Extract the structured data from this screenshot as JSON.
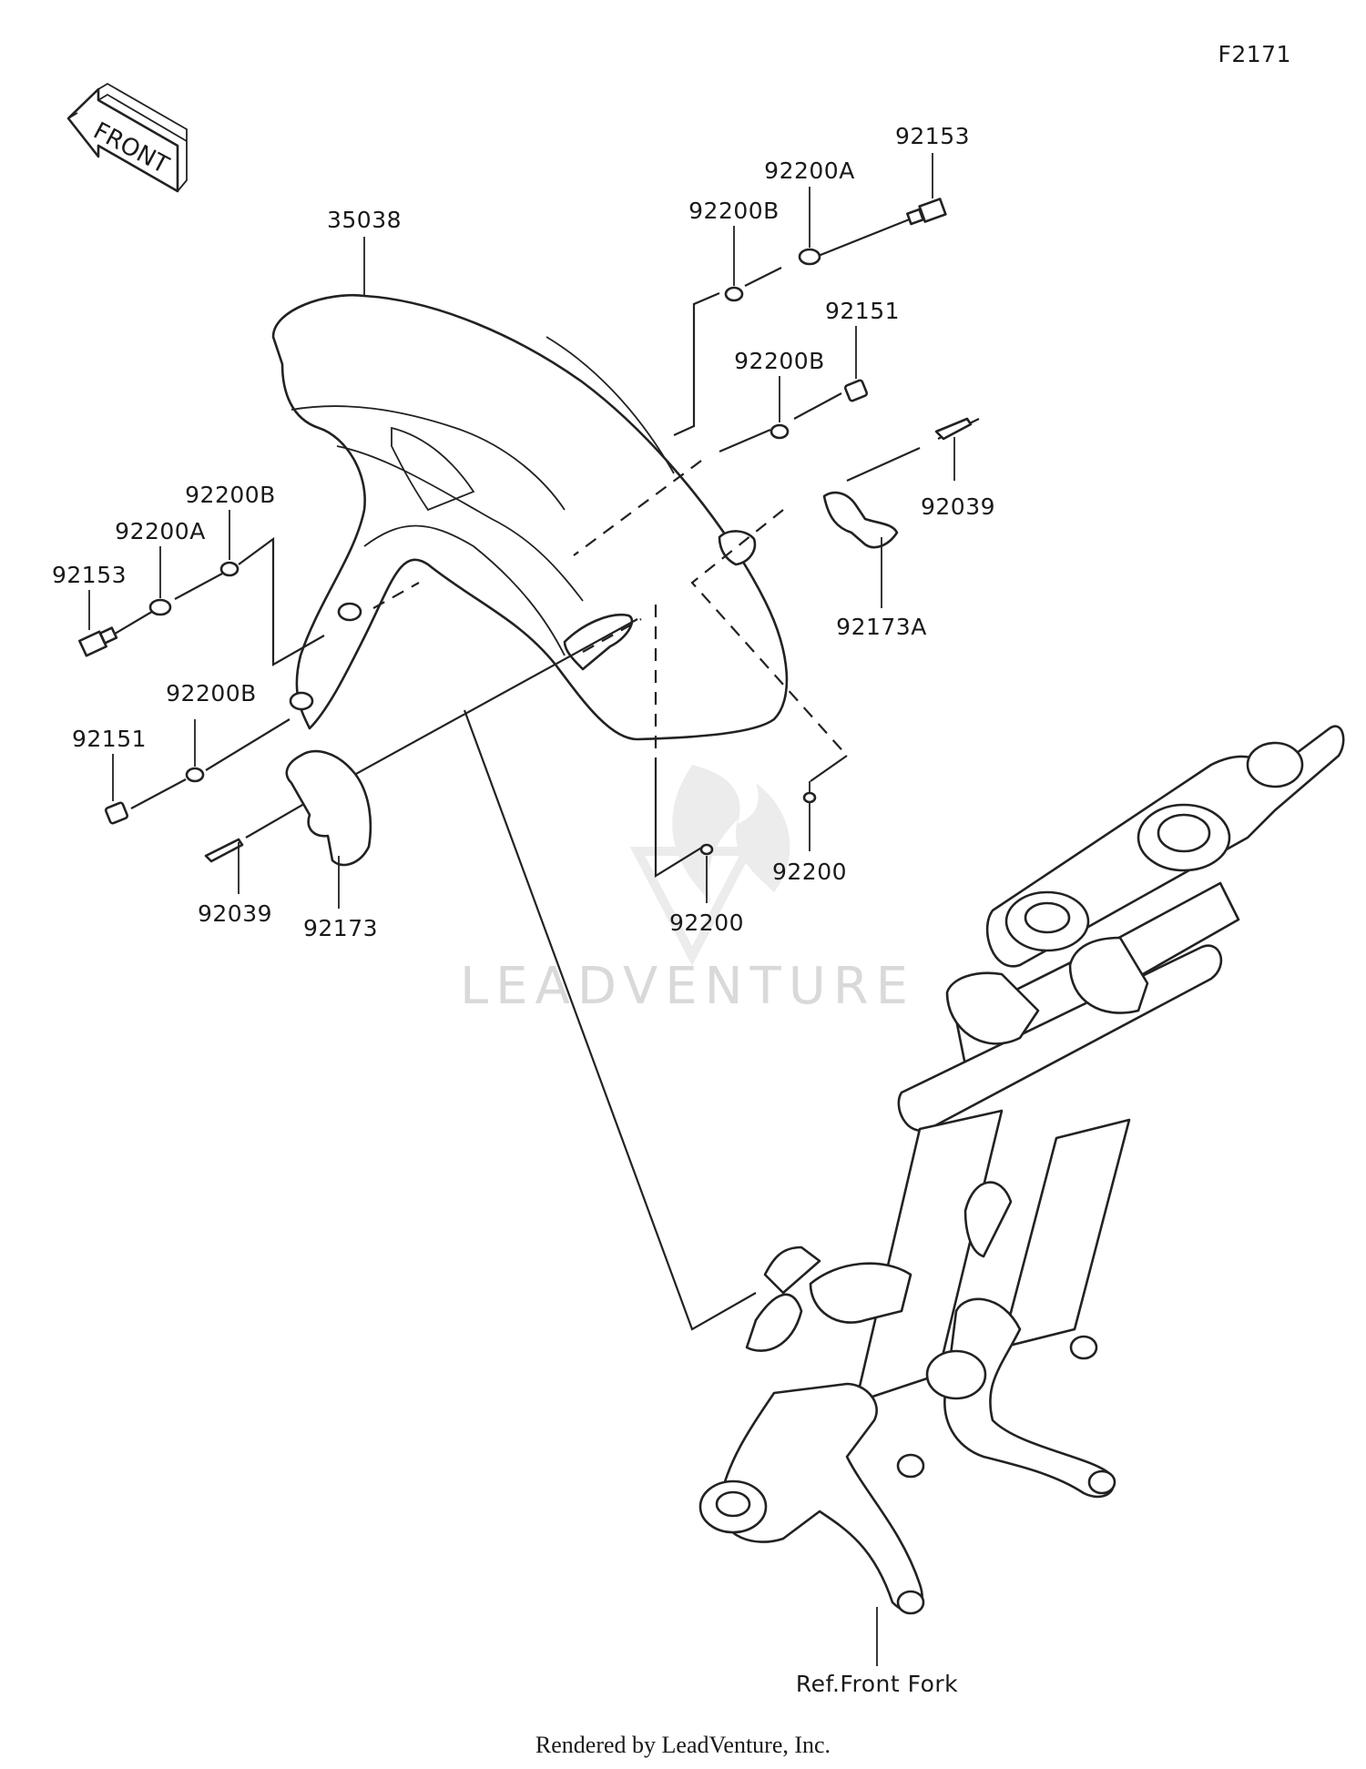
{
  "figure_code": "F2171",
  "front_label": "FRONT",
  "watermark": "LEADVENTURE",
  "footer": "Rendered by LeadVenture, Inc.",
  "callouts": {
    "fender": "35038",
    "bolt_top_right": "92153",
    "washer_a_top_right": "92200A",
    "washer_b_top_right": "92200B",
    "screw_right": "92151",
    "washer_b_right": "92200B",
    "rivet_right": "92039",
    "clamp_right": "92173A",
    "washer_b_left_top": "92200B",
    "washer_a_left": "92200A",
    "bolt_left": "92153",
    "washer_b_left_lower": "92200B",
    "screw_left": "92151",
    "rivet_left": "92039",
    "clamp_left": "92173",
    "nut_center": "92200",
    "nut_right": "92200",
    "ref_front_fork": "Ref.Front Fork"
  }
}
